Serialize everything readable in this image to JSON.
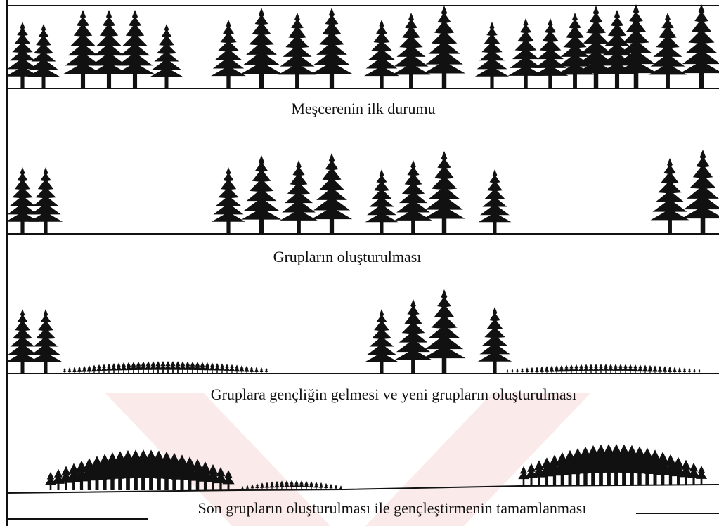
{
  "captions": [
    "Meşcerenin ilk durumu",
    "Grupların oluşturulması",
    "Gruplara gençliğin gelmesi ve yeni grupların oluşturulması",
    "Son grupların oluşturulması ile gençleştirmenin tamamlanması"
  ],
  "colors": {
    "ink": "#111111",
    "watermark": "#f6dcdc"
  }
}
